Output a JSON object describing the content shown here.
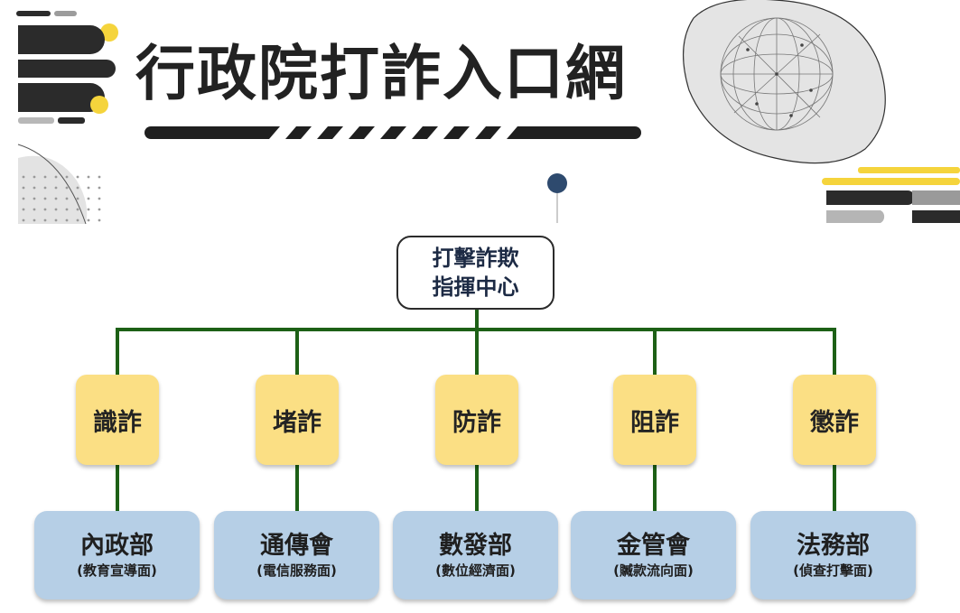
{
  "header": {
    "title": "行政院打詐入口網"
  },
  "root": {
    "line1": "打擊詐欺",
    "line2": "指揮中心"
  },
  "branches": [
    {
      "pillar": "識詐",
      "agency": "內政部",
      "aspect": "(教育宣導面)"
    },
    {
      "pillar": "堵詐",
      "agency": "通傳會",
      "aspect": "(電信服務面)"
    },
    {
      "pillar": "防詐",
      "agency": "數發部",
      "aspect": "(數位經濟面)"
    },
    {
      "pillar": "阻詐",
      "agency": "金管會",
      "aspect": "(贓款流向面)"
    },
    {
      "pillar": "懲詐",
      "agency": "法務部",
      "aspect": "(偵查打擊面)"
    }
  ],
  "colors": {
    "line": "#1d6016",
    "pillar_card": "#fbdf84",
    "agency_card": "#b6cfe6",
    "accent_yellow": "#f5d43c",
    "pin": "#2e4a6e"
  }
}
